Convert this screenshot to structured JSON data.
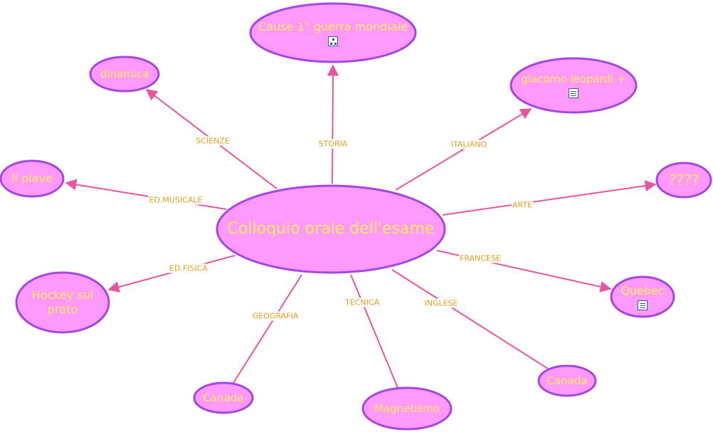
{
  "colors": {
    "node_fill": "#ff99ff",
    "node_border": "#a347e0",
    "node_text": "#ffee55",
    "link_line": "#e8559e",
    "link_text": "#e0a020"
  },
  "center": {
    "label": "Colloquio orale dell'esame"
  },
  "nodes": {
    "storia": {
      "label": "Cause 1° guerra mondiale",
      "icon": "concept-map-icon"
    },
    "scienze": {
      "label": "dinamica"
    },
    "italiano": {
      "label": "giacomo leopardi +",
      "icon": "document-icon"
    },
    "edmusicale": {
      "label": "Il piave"
    },
    "arte": {
      "label": "????"
    },
    "edfisica": {
      "label": "Hockey sul prato"
    },
    "francese": {
      "label": "Quebec",
      "icon": "document-icon"
    },
    "geografia": {
      "label": "Canada"
    },
    "tecnica": {
      "label": "Magnetismo"
    },
    "inglese": {
      "label": "Canada"
    }
  },
  "links": {
    "storia": "STORIA",
    "scienze": "SCIENZE",
    "italiano": "ITALIANO",
    "edmusicale": "ED.MUSICALE",
    "arte": "ARTE",
    "edfisica": "ED.FISICA",
    "francese": "FRANCESE",
    "geografia": "GEOGRAFIA",
    "tecnica": "TECNICA",
    "inglese": "INGLESE"
  }
}
